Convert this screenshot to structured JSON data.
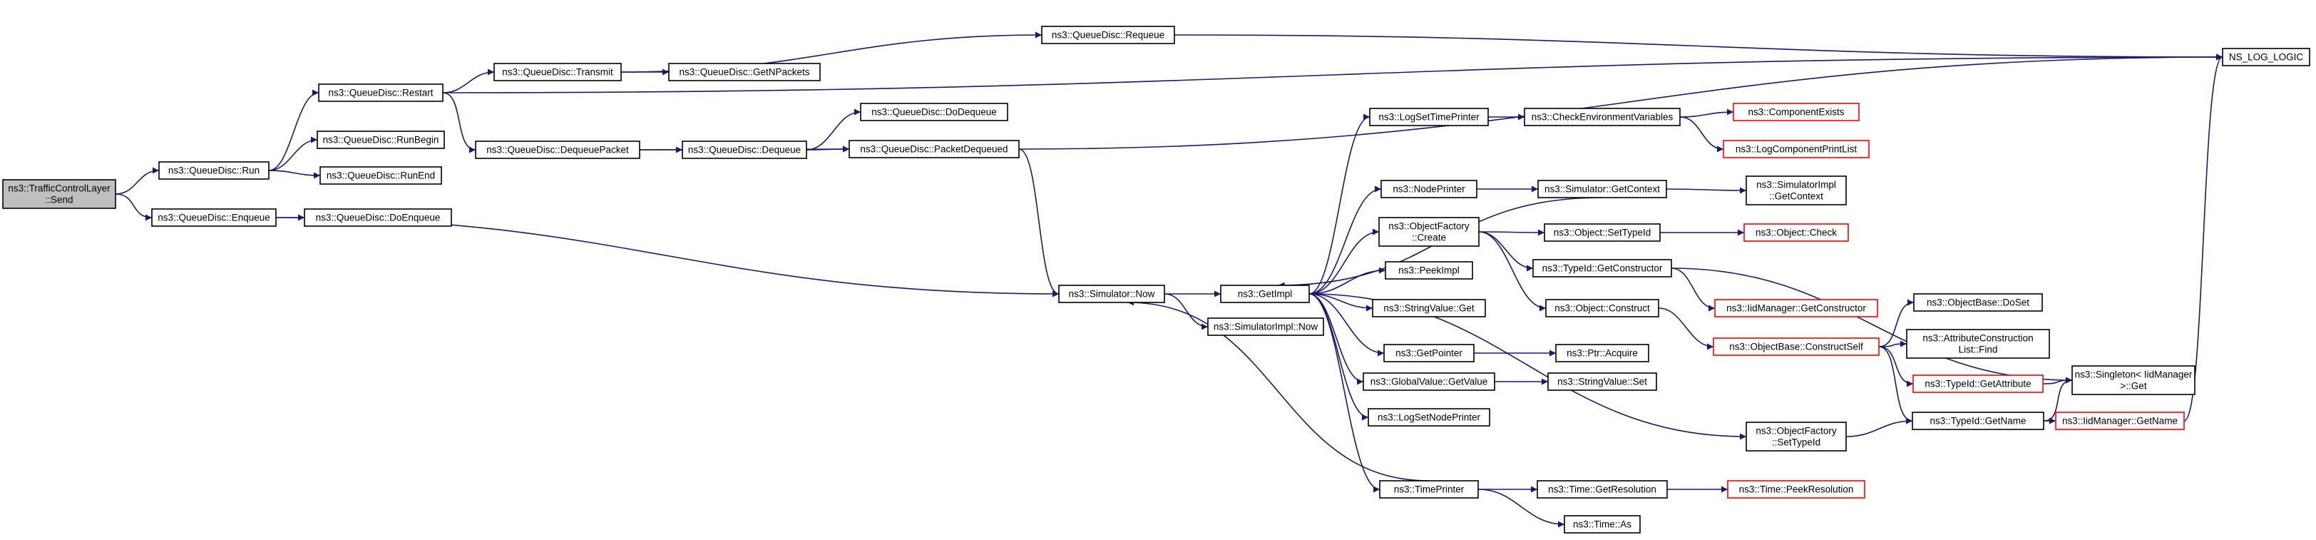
{
  "colors": {
    "edge": "#191970",
    "box_border": "#000000",
    "box_border_external": "#ff0000",
    "box_fill": "#ffffff",
    "root_fill": "#bfbfbf"
  },
  "nodes": [
    {
      "id": "tcl_send",
      "lines": [
        "ns3::TrafficControlLayer",
        "::Send"
      ],
      "style": "root"
    },
    {
      "id": "qd_run",
      "lines": [
        "ns3::QueueDisc::Run"
      ],
      "style": "normal"
    },
    {
      "id": "qd_enqueue",
      "lines": [
        "ns3::QueueDisc::Enqueue"
      ],
      "style": "normal"
    },
    {
      "id": "qd_restart",
      "lines": [
        "ns3::QueueDisc::Restart"
      ],
      "style": "normal"
    },
    {
      "id": "qd_runbegin",
      "lines": [
        "ns3::QueueDisc::RunBegin"
      ],
      "style": "normal"
    },
    {
      "id": "qd_runend",
      "lines": [
        "ns3::QueueDisc::RunEnd"
      ],
      "style": "normal"
    },
    {
      "id": "qd_doenqueue",
      "lines": [
        "ns3::QueueDisc::DoEnqueue"
      ],
      "style": "normal"
    },
    {
      "id": "qd_transmit",
      "lines": [
        "ns3::QueueDisc::Transmit"
      ],
      "style": "normal"
    },
    {
      "id": "qd_dequeuepacket",
      "lines": [
        "ns3::QueueDisc::DequeuePacket"
      ],
      "style": "normal"
    },
    {
      "id": "qd_getnpackets",
      "lines": [
        "ns3::QueueDisc::GetNPackets"
      ],
      "style": "normal"
    },
    {
      "id": "qd_dequeue",
      "lines": [
        "ns3::QueueDisc::Dequeue"
      ],
      "style": "normal"
    },
    {
      "id": "qd_requeue",
      "lines": [
        "ns3::QueueDisc::Requeue"
      ],
      "style": "normal"
    },
    {
      "id": "qd_dodequeue",
      "lines": [
        "ns3::QueueDisc::DoDequeue"
      ],
      "style": "normal"
    },
    {
      "id": "qd_packetdequeued",
      "lines": [
        "ns3::QueueDisc::PacketDequeued"
      ],
      "style": "normal"
    },
    {
      "id": "sim_now",
      "lines": [
        "ns3::Simulator::Now"
      ],
      "style": "normal"
    },
    {
      "id": "getimpl",
      "lines": [
        "ns3::GetImpl"
      ],
      "style": "normal"
    },
    {
      "id": "simimpl_now",
      "lines": [
        "ns3::SimulatorImpl::Now"
      ],
      "style": "normal"
    },
    {
      "id": "logsettimeprinter",
      "lines": [
        "ns3::LogSetTimePrinter"
      ],
      "style": "normal"
    },
    {
      "id": "nodeprinter",
      "lines": [
        "ns3::NodePrinter"
      ],
      "style": "normal"
    },
    {
      "id": "objfactory_create",
      "lines": [
        "ns3::ObjectFactory",
        "::Create"
      ],
      "style": "normal"
    },
    {
      "id": "peekimpl",
      "lines": [
        "ns3::PeekImpl"
      ],
      "style": "normal"
    },
    {
      "id": "stringvalue_get",
      "lines": [
        "ns3::StringValue::Get"
      ],
      "style": "normal"
    },
    {
      "id": "getpointer",
      "lines": [
        "ns3::GetPointer"
      ],
      "style": "normal"
    },
    {
      "id": "globalvalue_getvalue",
      "lines": [
        "ns3::GlobalValue::GetValue"
      ],
      "style": "normal"
    },
    {
      "id": "logsetnodeprinter",
      "lines": [
        "ns3::LogSetNodePrinter"
      ],
      "style": "normal"
    },
    {
      "id": "timeprinter",
      "lines": [
        "ns3::TimePrinter"
      ],
      "style": "normal"
    },
    {
      "id": "checkenvvars",
      "lines": [
        "ns3::CheckEnvironmentVariables"
      ],
      "style": "normal"
    },
    {
      "id": "sim_getcontext",
      "lines": [
        "ns3::Simulator::GetContext"
      ],
      "style": "normal"
    },
    {
      "id": "obj_settypeid",
      "lines": [
        "ns3::Object::SetTypeId"
      ],
      "style": "normal"
    },
    {
      "id": "typeid_getconstructor",
      "lines": [
        "ns3::TypeId::GetConstructor"
      ],
      "style": "normal"
    },
    {
      "id": "obj_construct",
      "lines": [
        "ns3::Object::Construct"
      ],
      "style": "normal"
    },
    {
      "id": "ptr_acquire",
      "lines": [
        "ns3::Ptr::Acquire"
      ],
      "style": "normal"
    },
    {
      "id": "stringvalue_set",
      "lines": [
        "ns3::StringValue::Set"
      ],
      "style": "normal"
    },
    {
      "id": "objfactory_settypeid",
      "lines": [
        "ns3::ObjectFactory",
        "::SetTypeId"
      ],
      "style": "normal"
    },
    {
      "id": "time_getresolution",
      "lines": [
        "ns3::Time::GetResolution"
      ],
      "style": "normal"
    },
    {
      "id": "time_as",
      "lines": [
        "ns3::Time::As"
      ],
      "style": "normal"
    },
    {
      "id": "componentexists",
      "lines": [
        "ns3::ComponentExists"
      ],
      "style": "external"
    },
    {
      "id": "logcomponentprintlist",
      "lines": [
        "ns3::LogComponentPrintList"
      ],
      "style": "external"
    },
    {
      "id": "simimpl_getcontext",
      "lines": [
        "ns3::SimulatorImpl",
        "::GetContext"
      ],
      "style": "normal"
    },
    {
      "id": "obj_check",
      "lines": [
        "ns3::Object::Check"
      ],
      "style": "external"
    },
    {
      "id": "iidmanager_getconstructor",
      "lines": [
        "ns3::IidManager::GetConstructor"
      ],
      "style": "external"
    },
    {
      "id": "objbase_constructself",
      "lines": [
        "ns3::ObjectBase::ConstructSelf"
      ],
      "style": "external"
    },
    {
      "id": "time_peekresolution",
      "lines": [
        "ns3::Time::PeekResolution"
      ],
      "style": "external"
    },
    {
      "id": "objbase_doset",
      "lines": [
        "ns3::ObjectBase::DoSet"
      ],
      "style": "normal"
    },
    {
      "id": "attrconstructionlist_find",
      "lines": [
        "ns3::AttributeConstruction",
        "List::Find"
      ],
      "style": "normal"
    },
    {
      "id": "typeid_getattribute",
      "lines": [
        "ns3::TypeId::GetAttribute"
      ],
      "style": "external"
    },
    {
      "id": "typeid_getname",
      "lines": [
        "ns3::TypeId::GetName"
      ],
      "style": "normal"
    },
    {
      "id": "singleton_get",
      "lines": [
        "ns3::Singleton< IidManager",
        ">::Get"
      ],
      "style": "normal"
    },
    {
      "id": "iidmanager_getname",
      "lines": [
        "ns3::IidManager::GetName"
      ],
      "style": "external"
    },
    {
      "id": "ns_log_logic",
      "lines": [
        "NS_LOG_LOGIC"
      ],
      "style": "normal"
    }
  ],
  "edges": [
    [
      "tcl_send",
      "qd_run"
    ],
    [
      "tcl_send",
      "qd_enqueue"
    ],
    [
      "qd_run",
      "qd_restart"
    ],
    [
      "qd_run",
      "qd_runbegin"
    ],
    [
      "qd_run",
      "qd_runend"
    ],
    [
      "qd_enqueue",
      "qd_doenqueue"
    ],
    [
      "qd_enqueue",
      "sim_now"
    ],
    [
      "qd_restart",
      "qd_transmit"
    ],
    [
      "qd_restart",
      "qd_dequeuepacket"
    ],
    [
      "qd_restart",
      "ns_log_logic"
    ],
    [
      "qd_transmit",
      "qd_getnpackets"
    ],
    [
      "qd_transmit",
      "qd_requeue"
    ],
    [
      "qd_dequeuepacket",
      "qd_dequeue"
    ],
    [
      "qd_dequeuepacket",
      "qd_packetdequeued"
    ],
    [
      "qd_dequeue",
      "qd_dodequeue"
    ],
    [
      "qd_dequeue",
      "qd_packetdequeued"
    ],
    [
      "qd_requeue",
      "ns_log_logic"
    ],
    [
      "qd_packetdequeued",
      "ns_log_logic"
    ],
    [
      "qd_packetdequeued",
      "sim_now"
    ],
    [
      "sim_now",
      "getimpl"
    ],
    [
      "sim_now",
      "simimpl_now"
    ],
    [
      "getimpl",
      "logsettimeprinter"
    ],
    [
      "getimpl",
      "nodeprinter"
    ],
    [
      "getimpl",
      "objfactory_create"
    ],
    [
      "getimpl",
      "peekimpl"
    ],
    [
      "getimpl",
      "stringvalue_get"
    ],
    [
      "getimpl",
      "getpointer"
    ],
    [
      "getimpl",
      "globalvalue_getvalue"
    ],
    [
      "getimpl",
      "logsetnodeprinter"
    ],
    [
      "getimpl",
      "timeprinter"
    ],
    [
      "getimpl",
      "objfactory_settypeid"
    ],
    [
      "logsettimeprinter",
      "checkenvvars"
    ],
    [
      "checkenvvars",
      "componentexists"
    ],
    [
      "checkenvvars",
      "logcomponentprintlist"
    ],
    [
      "nodeprinter",
      "sim_getcontext"
    ],
    [
      "sim_getcontext",
      "getimpl"
    ],
    [
      "sim_getcontext",
      "simimpl_getcontext"
    ],
    [
      "objfactory_create",
      "obj_settypeid"
    ],
    [
      "objfactory_create",
      "typeid_getconstructor"
    ],
    [
      "objfactory_create",
      "obj_construct"
    ],
    [
      "obj_settypeid",
      "obj_check"
    ],
    [
      "typeid_getconstructor",
      "iidmanager_getconstructor"
    ],
    [
      "typeid_getconstructor",
      "singleton_get"
    ],
    [
      "obj_construct",
      "objbase_constructself"
    ],
    [
      "objbase_constructself",
      "objbase_doset"
    ],
    [
      "objbase_constructself",
      "attrconstructionlist_find"
    ],
    [
      "objbase_constructself",
      "typeid_getattribute"
    ],
    [
      "objbase_constructself",
      "typeid_getname"
    ],
    [
      "getpointer",
      "ptr_acquire"
    ],
    [
      "globalvalue_getvalue",
      "stringvalue_set"
    ],
    [
      "objfactory_settypeid",
      "typeid_getname"
    ],
    [
      "typeid_getname",
      "singleton_get"
    ],
    [
      "typeid_getname",
      "iidmanager_getname"
    ],
    [
      "typeid_getattribute",
      "singleton_get"
    ],
    [
      "iidmanager_getname",
      "ns_log_logic"
    ],
    [
      "timeprinter",
      "sim_now"
    ],
    [
      "timeprinter",
      "time_getresolution"
    ],
    [
      "timeprinter",
      "time_as"
    ],
    [
      "time_getresolution",
      "time_peekresolution"
    ]
  ]
}
